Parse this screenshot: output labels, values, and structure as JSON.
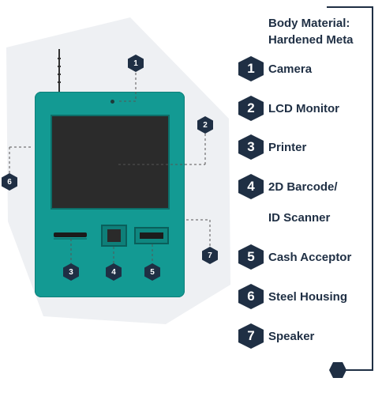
{
  "legend": {
    "title_line1": "Body Material:",
    "title_line2": "Hardened Meta",
    "items": [
      {
        "num": "1",
        "label": "Camera"
      },
      {
        "num": "2",
        "label": "LCD Monitor"
      },
      {
        "num": "3",
        "label": "Printer"
      },
      {
        "num": "4",
        "label": "2D Barcode/"
      },
      {
        "num": "",
        "label": "ID Scanner"
      },
      {
        "num": "5",
        "label": "Cash Acceptor"
      },
      {
        "num": "6",
        "label": "Steel Housing"
      },
      {
        "num": "7",
        "label": "Speaker"
      }
    ]
  },
  "callouts": {
    "camera": "1",
    "lcd": "2",
    "printer": "3",
    "scanner": "4",
    "cash": "5",
    "housing": "6",
    "speaker": "7"
  },
  "colors": {
    "kiosk": "#139a93",
    "navy": "#1f2f44",
    "background_shape": "#eef0f3"
  }
}
